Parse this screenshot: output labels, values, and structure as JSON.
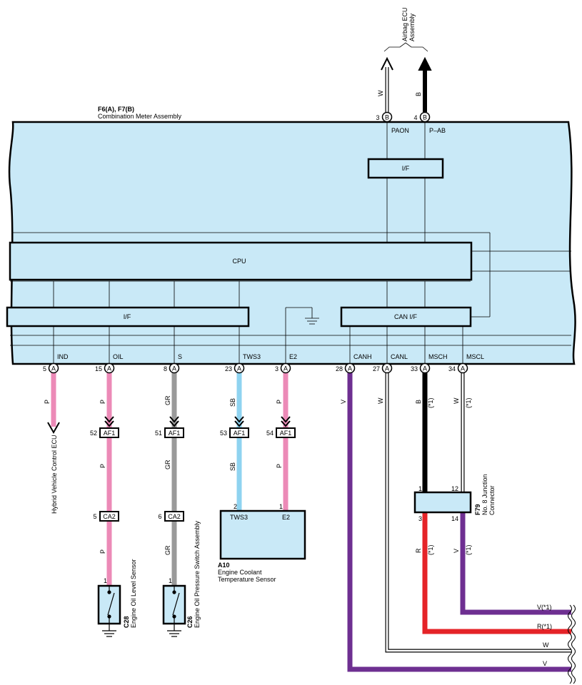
{
  "colors": {
    "panel_fill": "#c9e9f7",
    "pink": "#ec8ab7",
    "gray": "#9a9a9a",
    "skyblue": "#8fd3f0",
    "purple": "#6e2f91",
    "red": "#e52328",
    "black": "#000000"
  },
  "combination_meter": {
    "code": "F6(A), F7(B)",
    "name": "Combination Meter Assembly",
    "if_top": "I/F",
    "cpu": "CPU",
    "if_left": "I/F",
    "can_if": "CAN I/F"
  },
  "airbag": {
    "name_line1": "Airbag ECU",
    "name_line2": "Assembly"
  },
  "top_pins": [
    {
      "num": "3",
      "conn": "B",
      "label": "PAON",
      "color": "W"
    },
    {
      "num": "4",
      "conn": "B",
      "label": "P–AB",
      "color": "B"
    }
  ],
  "bottom_pins": [
    {
      "num": "5",
      "conn": "A",
      "label": "IND",
      "color": "P"
    },
    {
      "num": "15",
      "conn": "A",
      "label": "OIL",
      "color": "P"
    },
    {
      "num": "8",
      "conn": "A",
      "label": "S",
      "color": "GR"
    },
    {
      "num": "23",
      "conn": "A",
      "label": "TWS3",
      "color": "SB"
    },
    {
      "num": "3",
      "conn": "A",
      "label": "E2",
      "color": "P"
    },
    {
      "num": "28",
      "conn": "A",
      "label": "CANH",
      "color": "V"
    },
    {
      "num": "27",
      "conn": "A",
      "label": "CANL",
      "color": "W"
    },
    {
      "num": "33",
      "conn": "A",
      "label": "MSCH",
      "color": "B",
      "note": "(*1)"
    },
    {
      "num": "34",
      "conn": "A",
      "label": "MSCL",
      "color": "W",
      "note": "(*1)"
    }
  ],
  "af1": [
    {
      "num": "52",
      "label": "AF1"
    },
    {
      "num": "51",
      "label": "AF1"
    },
    {
      "num": "53",
      "label": "AF1"
    },
    {
      "num": "54",
      "label": "AF1"
    }
  ],
  "mid_wire_colors": [
    "P",
    "GR",
    "SB",
    "P"
  ],
  "ca2": [
    {
      "num": "5",
      "label": "CA2"
    },
    {
      "num": "6",
      "label": "CA2"
    }
  ],
  "low_wire_colors": [
    "P",
    "GR"
  ],
  "hybrid_ecu": "Hybrid Vehicle Control ECU",
  "coolant_sensor": {
    "code": "A10",
    "name_line1": "Engine Coolant",
    "name_line2": "Temperature Sensor",
    "pin_left_num": "2",
    "pin_right_num": "1",
    "pin_left": "TWS3",
    "pin_right": "E2"
  },
  "oil_level_sensor": {
    "code": "C28",
    "name": "Engine Oil Level Sensor",
    "pin": "1"
  },
  "oil_pressure_switch": {
    "code": "C26",
    "name": "Engine Oil Pressure Switch Assembly",
    "pin": "1"
  },
  "junction": {
    "code": "F79",
    "name_line1": "No. 8 Junction",
    "name_line2": "Connector",
    "pin_tl": "1",
    "pin_tr": "12",
    "pin_bl": "3",
    "pin_br": "14",
    "out_left_color": "R",
    "out_right_color": "V",
    "out_note": "(*1)"
  },
  "right_labels": [
    "V(*1)",
    "R(*1)",
    "W",
    "V"
  ]
}
